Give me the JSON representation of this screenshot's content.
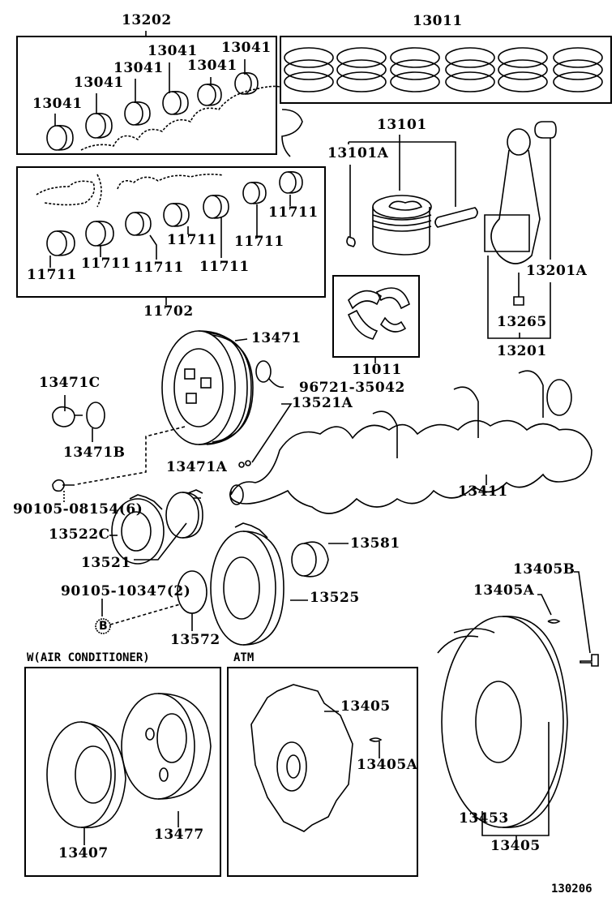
{
  "diagram": {
    "type": "exploded-parts-diagram",
    "subject": "Crankshaft, piston, connecting rod, bearings, pulleys and flywheel",
    "figure_number": "130206",
    "groups": {
      "crank_bearings_upper": "13202",
      "piston_ring_set": "13011",
      "crank_bearings_lower": "11702",
      "piston_sub_assy": "13101",
      "thrust_washer_set": "11011",
      "connecting_rod_assy": "13201",
      "flywheel_assy": "13405"
    },
    "labels": {
      "p13202": "13202",
      "p13041_a": "13041",
      "p13041_b": "13041",
      "p13041_c": "13041",
      "p13041_d": "13041",
      "p13041_e": "13041",
      "p13041_f": "13041",
      "p13011": "13011",
      "p13101": "13101",
      "p13101A": "13101A",
      "p11711_a": "11711",
      "p11711_b": "11711",
      "p11711_c": "11711",
      "p11711_d": "11711",
      "p11711_e": "11711",
      "p11711_f": "11711",
      "p11711_g": "11711",
      "p11702": "11702",
      "p13201A": "13201A",
      "p13265": "13265",
      "p13201": "13201",
      "p11011": "11011",
      "p13471": "13471",
      "p96721": "96721-35042",
      "p13521A": "13521A",
      "p13471C": "13471C",
      "p13471B": "13471B",
      "p13471A": "13471A",
      "p13411": "13411",
      "p90105_08154": "90105-08154(6)",
      "p13522C": "13522C",
      "p13521": "13521",
      "p13581": "13581",
      "p90105_10347": "90105-10347(2)",
      "p13525": "13525",
      "p13572": "13572",
      "ref_B": "B",
      "p13405B": "13405B",
      "p13405A_top": "13405A",
      "p13405_atm": "13405",
      "p13405A_atm": "13405A",
      "p13477": "13477",
      "p13407": "13407",
      "p13453": "13453",
      "p13405_bottom": "13405"
    },
    "captions": {
      "air_conditioner": "W(AIR CONDITIONER)",
      "atm": "ATM"
    }
  }
}
